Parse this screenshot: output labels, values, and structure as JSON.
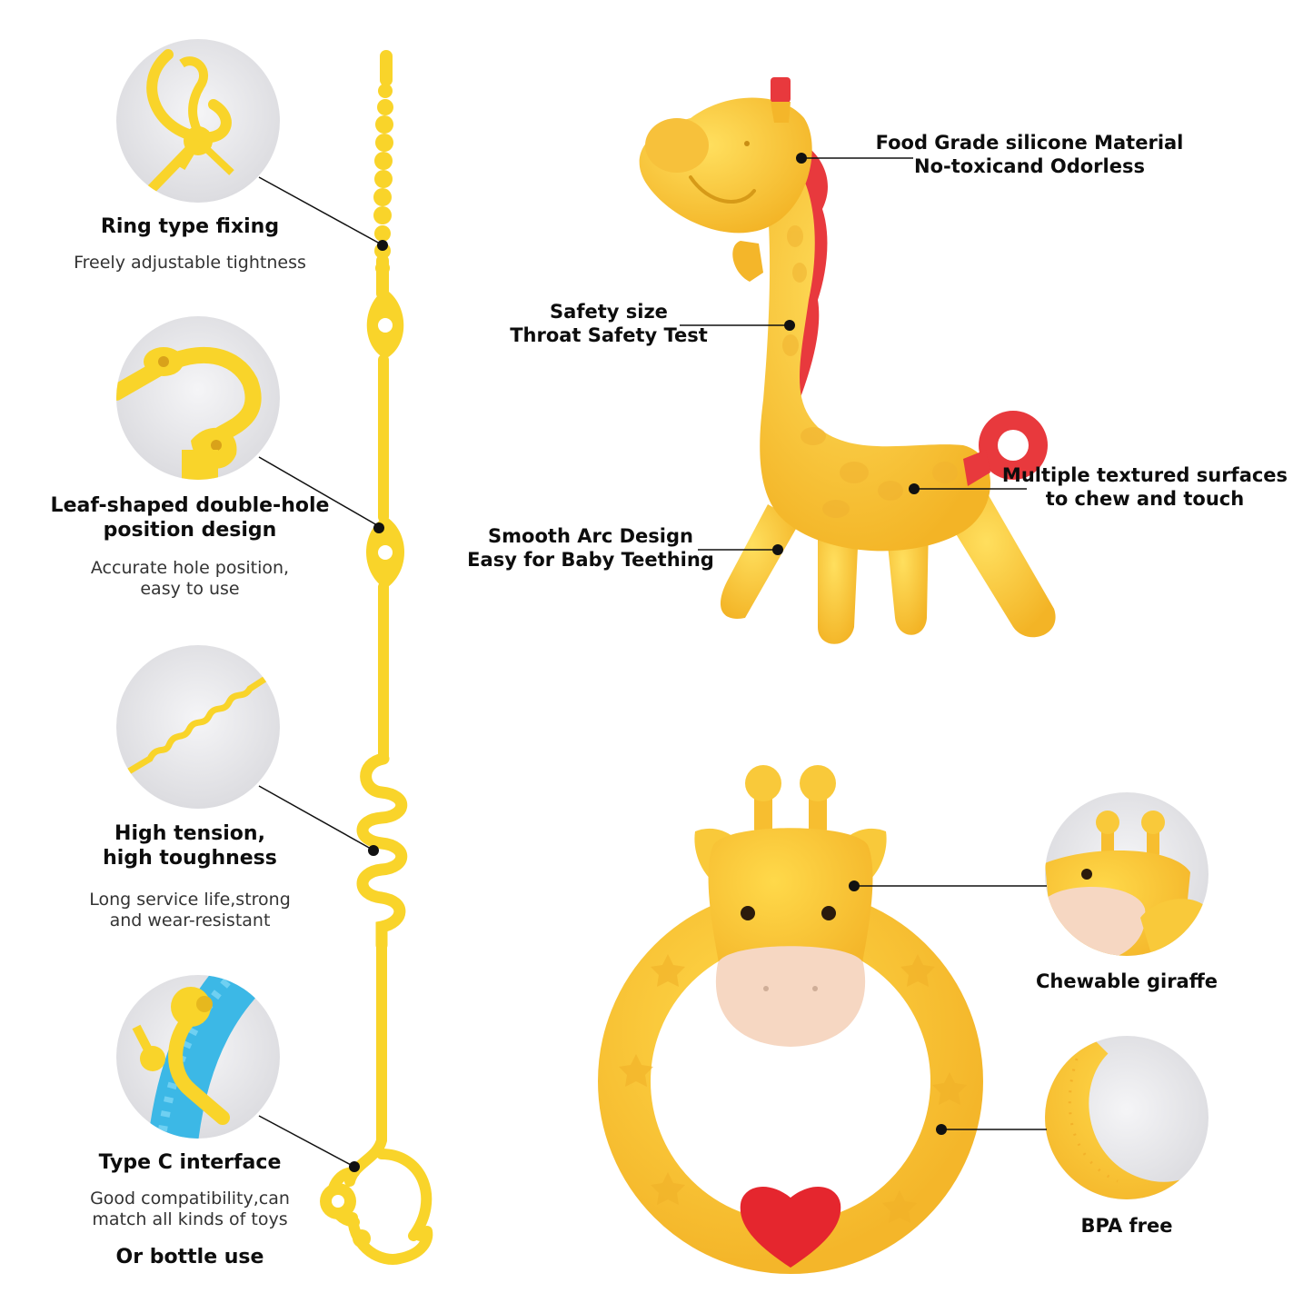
{
  "colors": {
    "silicone_yellow": "#f9d42a",
    "giraffe_yellow": "#f8c23a",
    "mane_red": "#e8393d",
    "heart_red": "#e5262e",
    "nose_pink": "#f6d7c2",
    "clip_blue": "#3cb8e6",
    "circle_bg": "#e6e6ea",
    "leader_line": "#111111"
  },
  "left_features": [
    {
      "title_lines": [
        "Ring type fixing"
      ],
      "sub_lines": [
        "Freely adjustable tightness"
      ],
      "icon": "ring-loop-closeup"
    },
    {
      "title_lines": [
        "Leaf-shaped double-hole",
        "position design"
      ],
      "sub_lines": [
        "Accurate hole position,",
        "easy to use"
      ],
      "icon": "double-hole-closeup"
    },
    {
      "title_lines": [
        "High tension,",
        "high toughness"
      ],
      "sub_lines": [
        "Long service life,strong",
        "and wear-resistant"
      ],
      "icon": "wave-strap-closeup"
    },
    {
      "title_lines": [
        "Type C interface"
      ],
      "sub_lines": [
        "Good compatibility,can",
        "match all kinds of toys"
      ],
      "extra": "Or bottle use",
      "icon": "type-c-clip-closeup"
    }
  ],
  "giraffe_callouts": [
    {
      "lines": [
        "Food Grade silicone Material",
        "No-toxicand Odorless"
      ]
    },
    {
      "lines": [
        "Safety size",
        "Throat Safety Test"
      ]
    },
    {
      "lines": [
        "Multiple textured surfaces",
        "to chew and touch"
      ]
    },
    {
      "lines": [
        "Smooth Arc Design",
        "Easy for Baby Teething"
      ]
    }
  ],
  "ring_callouts": [
    {
      "label": "Chewable giraffe",
      "icon": "giraffe-face-closeup"
    },
    {
      "label": "BPA free",
      "icon": "ring-edge-closeup"
    }
  ]
}
